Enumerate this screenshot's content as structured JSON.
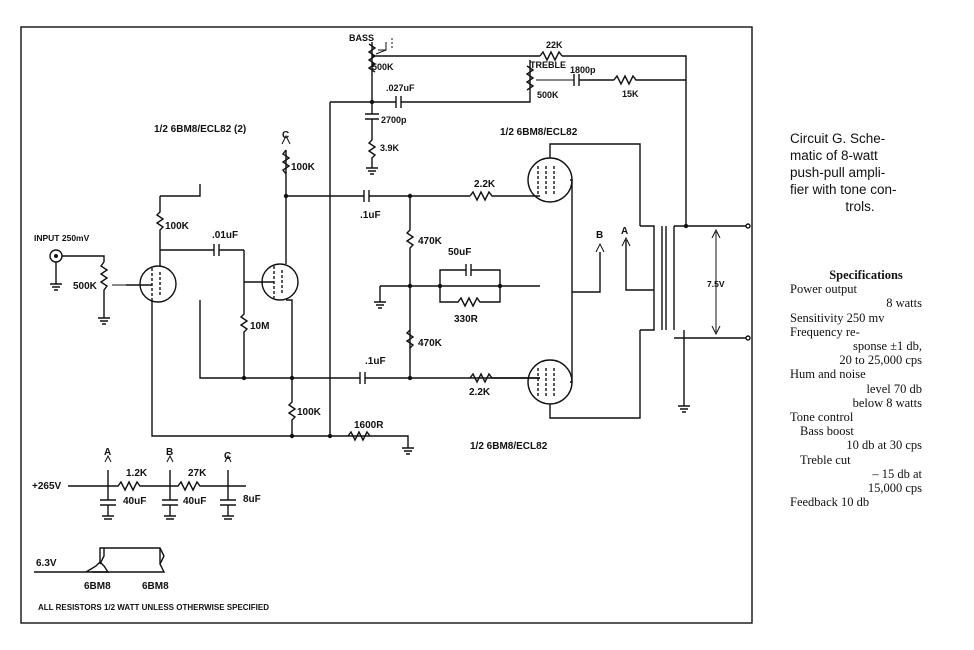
{
  "caption": {
    "lines": [
      "Circuit G. Sche-",
      "matic of 8-watt",
      "push-pull ampli-",
      "fier with tone con-",
      "trols."
    ]
  },
  "specs": {
    "heading": "Specifications",
    "rows": [
      {
        "a": "Power output",
        "b": "8 watts"
      },
      {
        "a": "Sensitivity 250 mv",
        "b": ""
      },
      {
        "a": "Frequency re-",
        "b": "sponse   ±1 db,",
        "c": "20 to 25,000 cps"
      },
      {
        "a": "Hum and noise",
        "b": "level       70 db",
        "c": "below 8 watts"
      },
      {
        "a": "Tone control",
        "b": ""
      },
      {
        "a": "Bass boost",
        "b": "10 db at 30 cps"
      },
      {
        "a": "Treble cut",
        "b": "– 15 db at",
        "c": "15,000 cps"
      },
      {
        "a": "Feedback     10 db",
        "b": ""
      }
    ]
  },
  "schematic": {
    "labels": {
      "bass": "BASS",
      "treble": "TREBLE",
      "r22k": "22K",
      "r500k_bass": "500K",
      "r500k_treble": "500K",
      "c1800p": "1800p",
      "r15k": "15K",
      "c027": ".027uF",
      "c2700p": "2700p",
      "r3_9k": "3.9K",
      "tube_left": "1/2 6BM8/ECL82 (2)",
      "tube_top_right": "1/2 6BM8/ECL82",
      "tube_bottom_right": "1/2 6BM8/ECL82",
      "c_top": "C",
      "r100k_top": "100K",
      "r100k_left": "100K",
      "r100k_bottom": "100K",
      "c01": ".01uF",
      "input": "INPUT 250mV",
      "r500k_input": "500K",
      "r10m": "10M",
      "c1_top": ".1uF",
      "c1_bottom": ".1uF",
      "r2_2k_top": "2.2K",
      "r2_2k_bottom": "2.2K",
      "r470k_top": "470K",
      "r470k_bottom": "470K",
      "c50": "50uF",
      "r330": "330R",
      "r1600": "1600R",
      "b_out": "B",
      "a_out": "A",
      "v7_5": "7.5V",
      "supply": "+265V",
      "node_a": "A",
      "node_b": "B",
      "node_c": "C",
      "r1_2k": "1.2K",
      "r27k": "27K",
      "c40_1": "40uF",
      "c40_2": "40uF",
      "c8": "8uF",
      "heater_v": "6.3V",
      "heater1": "6BM8",
      "heater2": "6BM8",
      "footnote": "ALL RESISTORS 1/2 WATT UNLESS OTHERWISE SPECIFIED"
    }
  }
}
